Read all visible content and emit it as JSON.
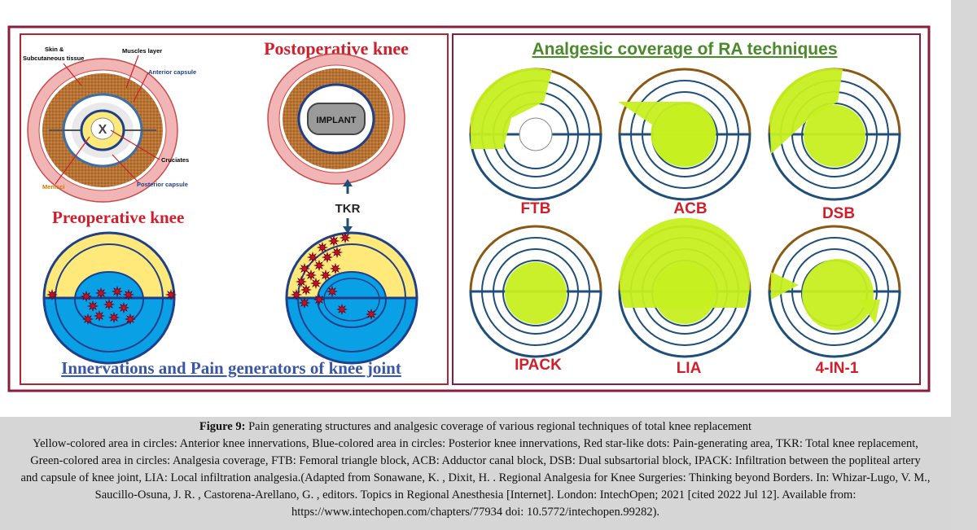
{
  "left_panel": {
    "title_post": "Postoperative knee",
    "title_pre": "Preoperative knee",
    "bottom_title": "Innervations and Pain generators of knee joint",
    "tkr": "TKR",
    "implant": "IMPLANT",
    "labels": {
      "skin": "Skin &",
      "skin2": "Subcutaneous tissue",
      "muscles": "Muscles layer",
      "anterior_capsule": "Anterior capsule",
      "cruciates": "Cruciates",
      "menisci": "Menisci",
      "posterior_capsule": "Posterior capsule",
      "cruciate_mark": "X"
    }
  },
  "right_panel": {
    "title": "Analgesic coverage of RA techniques",
    "techniques": [
      "FTB",
      "ACB",
      "DSB",
      "IPACK",
      "LIA",
      "4-IN-1"
    ]
  },
  "caption": {
    "figure_label": "Figure 9:",
    "figure_title": "Pain generating structures and analgesic coverage of various regional techniques of total knee replacement",
    "lines": [
      "Yellow-colored area in circles: Anterior knee innervations, Blue-colored area in circles: Posterior knee innervations, Red star-like dots: Pain-generating area, TKR: Total knee replacement,",
      "Green-colored area in circles: Analgesia coverage, FTB: Femoral triangle block, ACB: Adductor canal block, DSB: Dual subsartorial block, IPACK: Infiltration between the popliteal artery",
      "and capsule of knee joint, LIA: Local infiltration analgesia.(Adapted from Sonawane, K. , Dixit, H. . Regional Analgesia for Knee Surgeries: Thinking beyond Borders. In: Whizar-Lugo, V. M.,",
      "Saucillo-Osuna, J. R. , Castorena-Arellano, G. , editors. Topics in Regional Anesthesia [Internet]. London: IntechOpen; 2021 [cited 2022 Jul 12]. Available from:",
      "https://www.intechopen.com/chapters/77934 doi: 10.5772/intechopen.99282)."
    ]
  },
  "colors": {
    "frame_border": "#8b1d3a",
    "title_red": "#d01f2b",
    "title_green": "#4a8a2a",
    "title_blue": "#3b56a6",
    "skin": "#f2b5b5",
    "muscle": "#b87333",
    "yellow": "#ffe97a",
    "blue": "#0aa0e6",
    "green": "#c6ef1f",
    "ring_gold": "#8a5a14",
    "ring_navy": "#1f4e79"
  }
}
